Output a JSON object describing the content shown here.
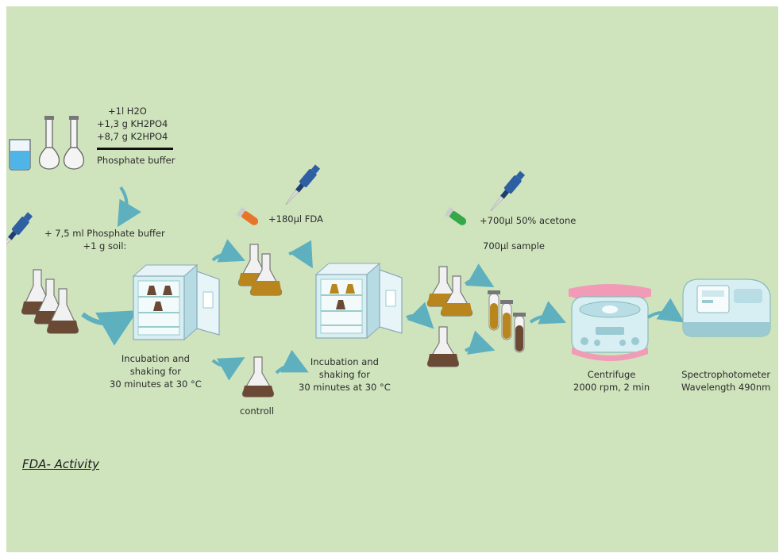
{
  "title": "FDA- Activity",
  "reagents": {
    "lines": [
      "+1l  H2O",
      "+1,3 g KH2PO4",
      "+8,7 g K2HPO4"
    ],
    "result": "Phosphate buffer"
  },
  "step_add_buffer": [
    "+ 7,5 ml Phosphate buffer",
    "+1 g soil:"
  ],
  "step_add_fda": "+180µl FDA",
  "step_acetone": "+700µl 50% acetone",
  "step_sample": "700µl sample",
  "incubation_1": [
    "Incubation and",
    "shaking for",
    "30 minutes at 30 °C"
  ],
  "incubation_2": [
    "Incubation and",
    "shaking for",
    "30 minutes at 30 °C"
  ],
  "control_label": "controll",
  "centrifuge": [
    "Centrifuge",
    "2000 rpm, 2 min"
  ],
  "spectrophotometer": [
    "Spectrophotometer",
    "Wavelength 490nm"
  ],
  "colors": {
    "background": "#cfe4bd",
    "arrow": "#5fb0bf",
    "soil": "#6b4a35",
    "amber": "#b8861c",
    "pipette": "#2f5fa3",
    "fda_tube": "#e8742a",
    "acetone_tube": "#35a84a",
    "centrifuge_lid": "#f19bb6",
    "device": "#d7eef2"
  }
}
